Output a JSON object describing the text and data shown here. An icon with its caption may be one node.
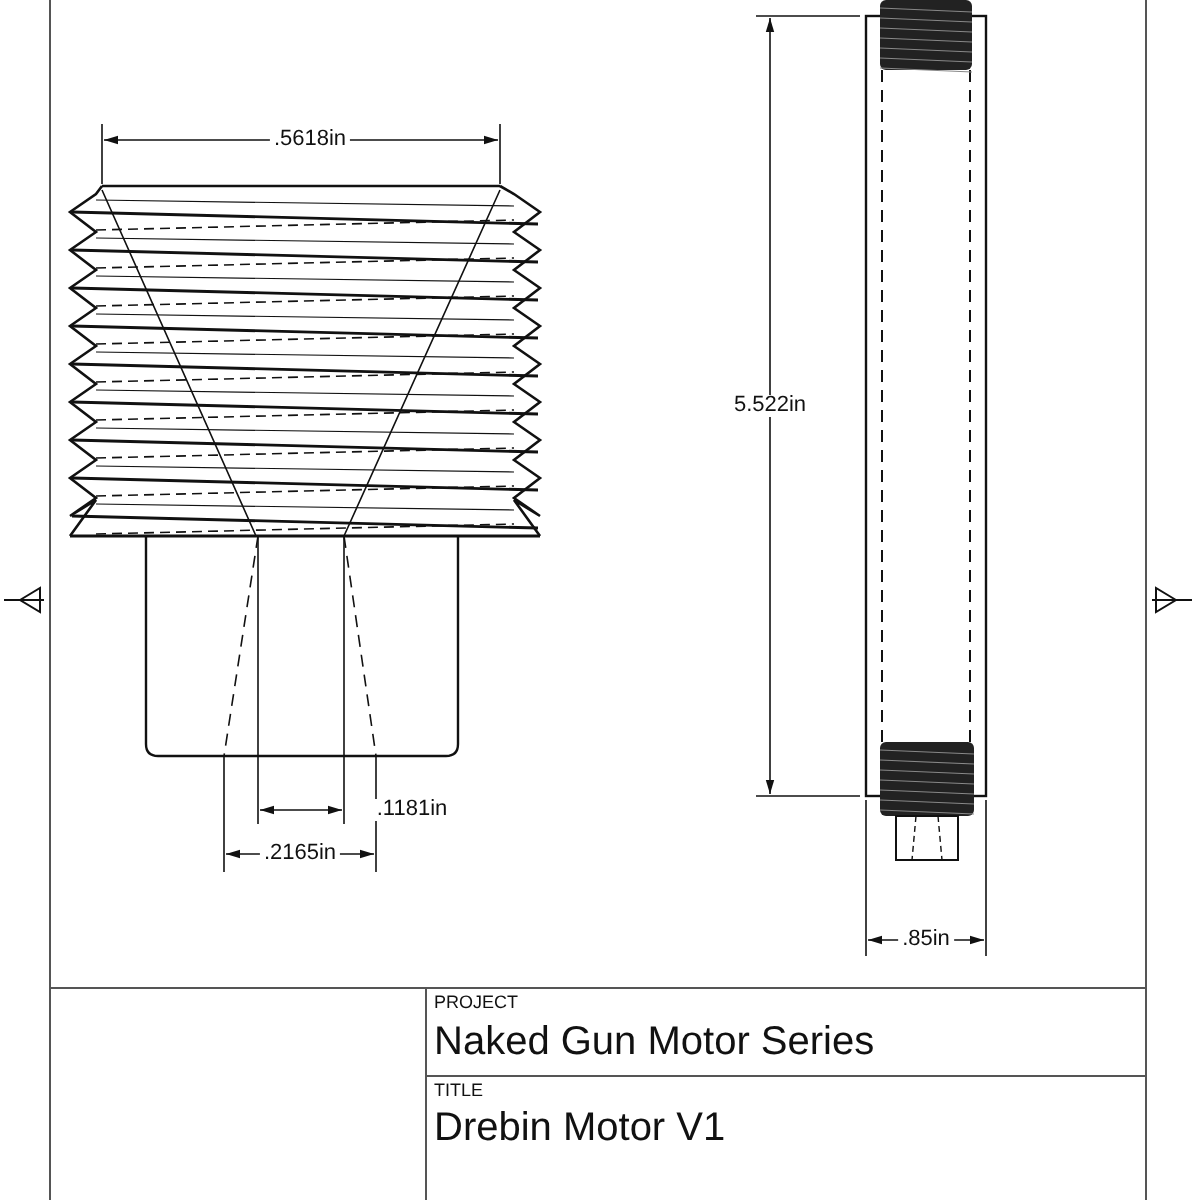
{
  "diagram": {
    "labels": [
      ".5618in",
      "5.522in",
      ".1181in",
      ".2165in",
      ".85in",
      "PROJECT",
      "Naked Gun Motor Series",
      "TITLE",
      "Drebin Motor V1"
    ]
  }
}
